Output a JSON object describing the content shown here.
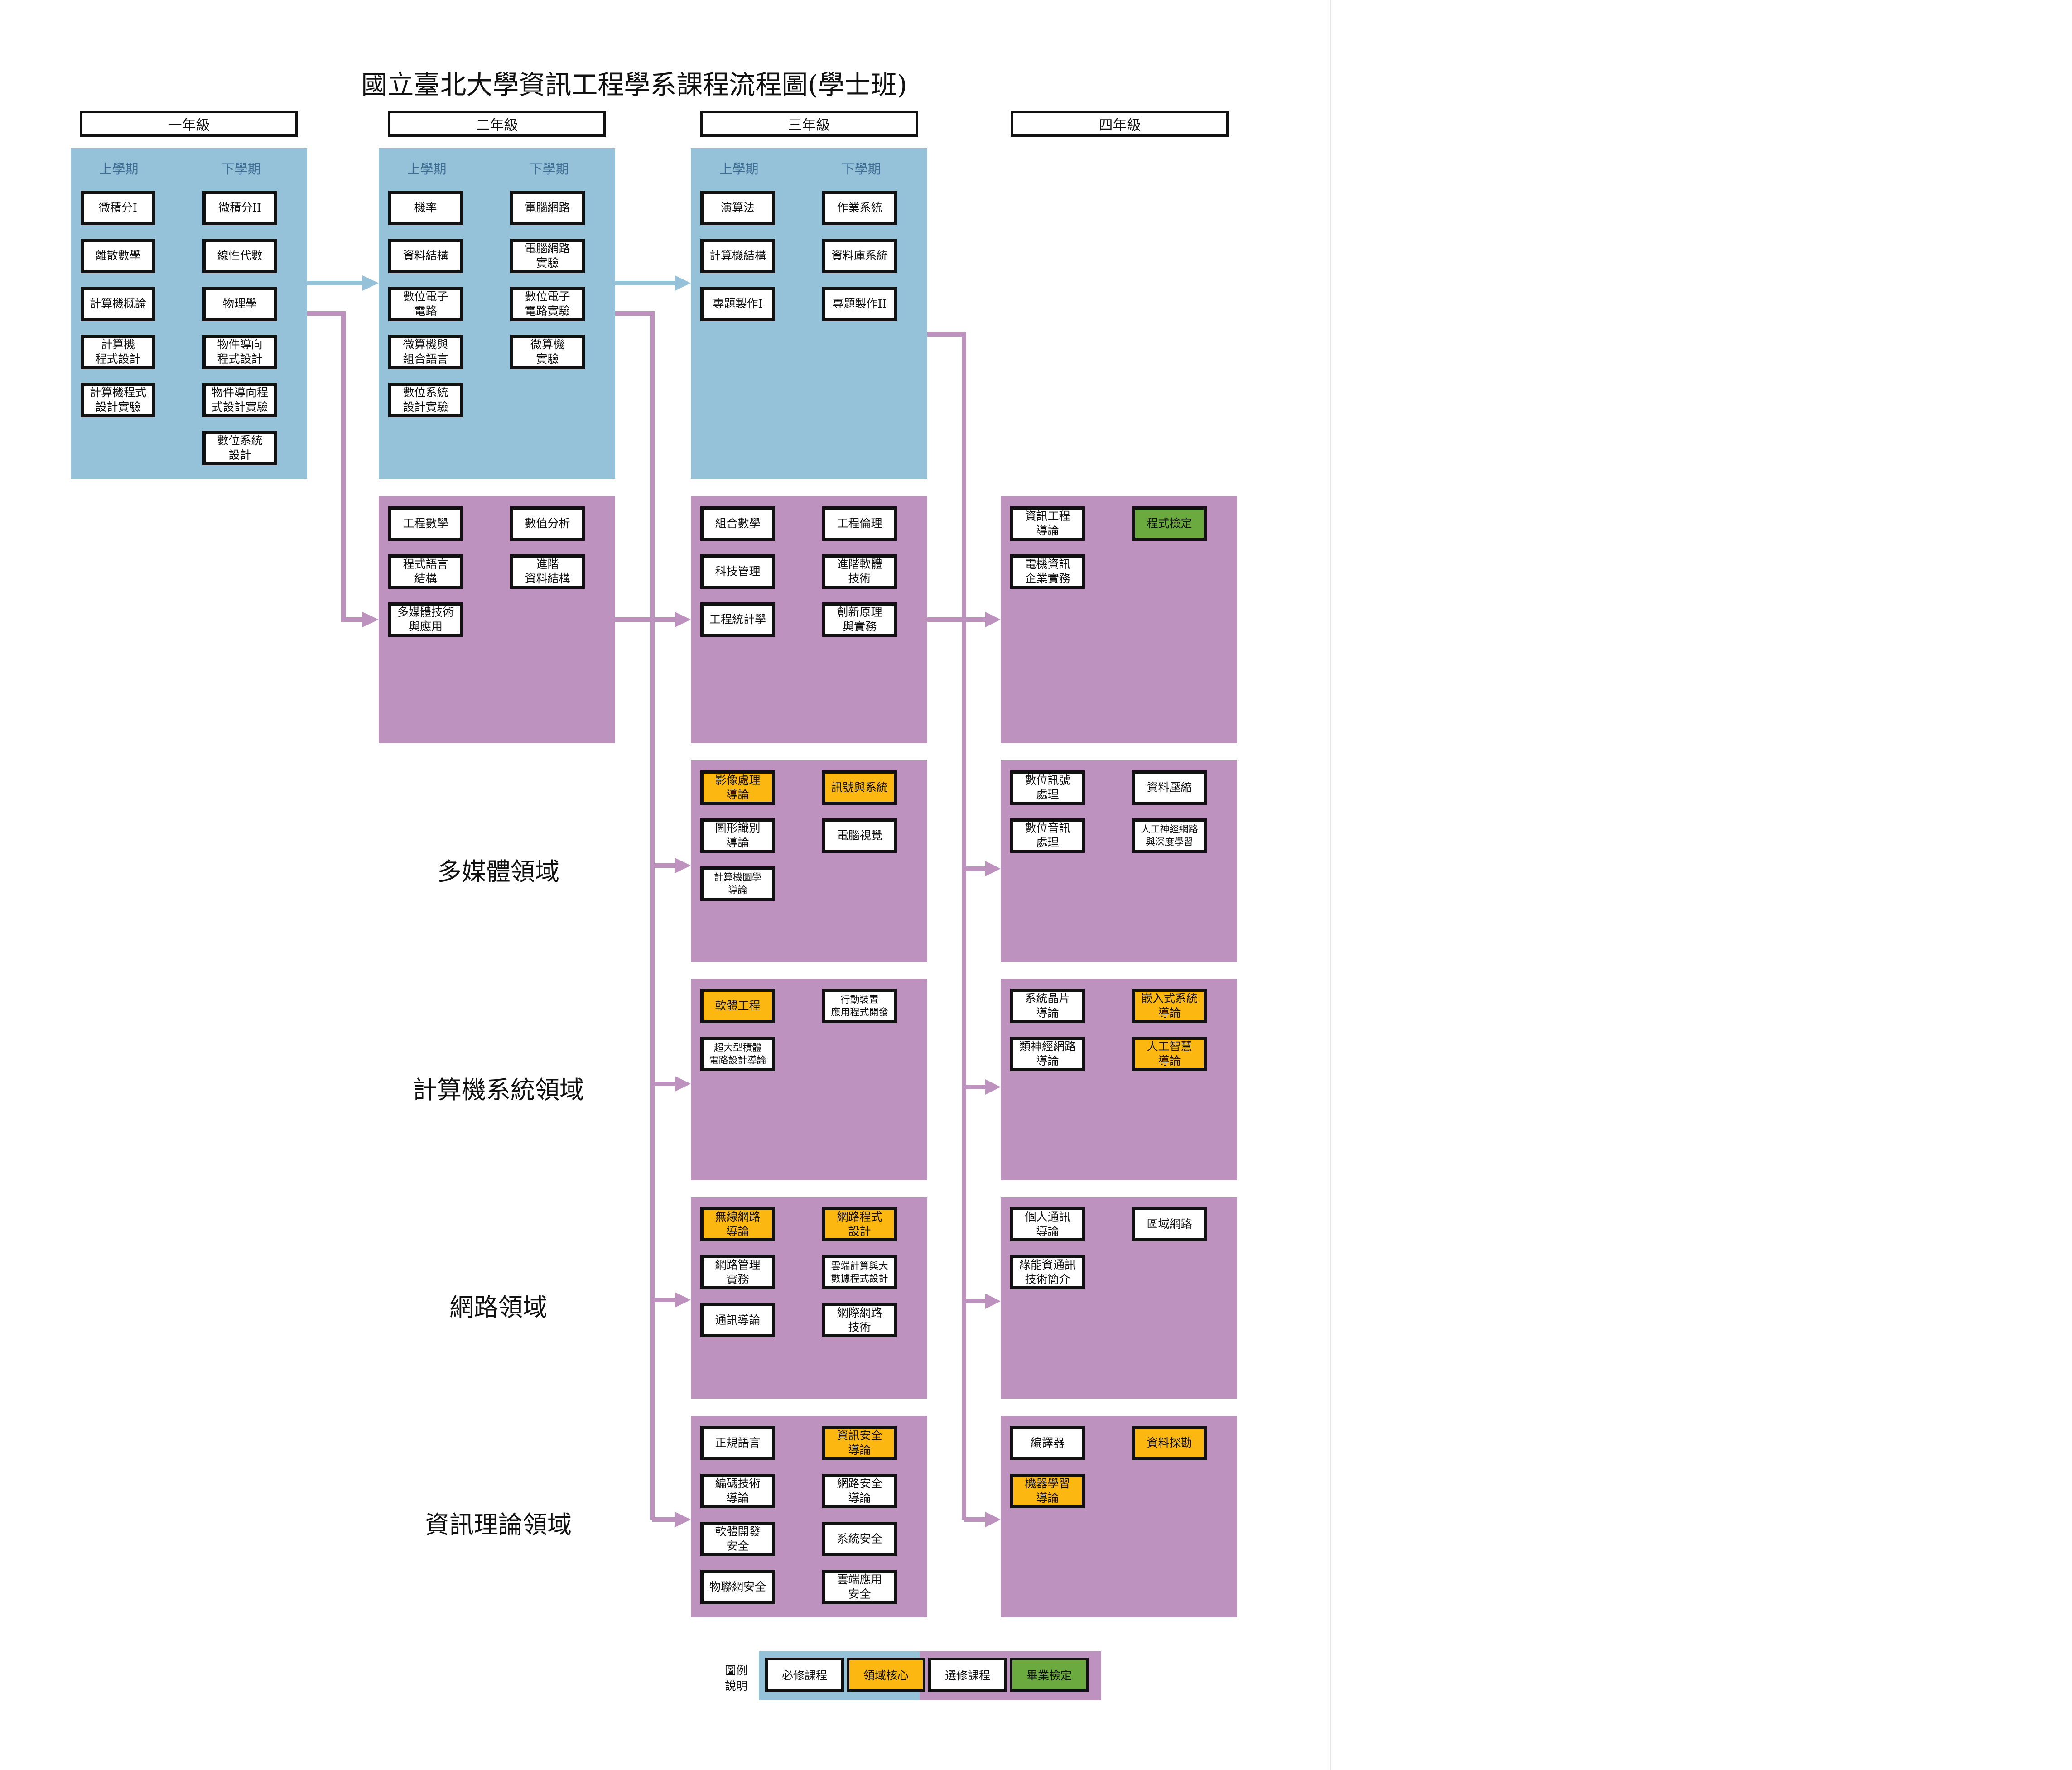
{
  "title": "國立臺北大學資訊工程學系課程流程圖(學士班)",
  "colors": {
    "required_panel": "#95c2d8",
    "elective_panel": "#be92bf",
    "core": "#fcb711",
    "exam": "#6aaa3e",
    "arrow": "#be92bf",
    "arrow_blue": "#95c2d8"
  },
  "grades": [
    "一年級",
    "二年級",
    "三年級",
    "四年級"
  ],
  "semesters": {
    "upper": "上學期",
    "lower": "下學期"
  },
  "required": {
    "g1_upper": [
      "微積分I",
      "離散數學",
      "計算機概論",
      "計算機\n程式設計",
      "計算機程式\n設計實驗"
    ],
    "g1_lower": [
      "微積分II",
      "線性代數",
      "物理學",
      "物件導向\n程式設計",
      "物件導向程\n式設計實驗",
      "數位系統\n設計"
    ],
    "g2_upper": [
      "機率",
      "資料結構",
      "數位電子\n電路",
      "微算機與\n組合語言",
      "數位系統\n設計實驗"
    ],
    "g2_lower": [
      "電腦網路",
      "電腦網路\n實驗",
      "數位電子\n電路實驗",
      "微算機\n實驗"
    ],
    "g3_upper": [
      "演算法",
      "計算機結構",
      "專題製作I"
    ],
    "g3_lower": [
      "作業系統",
      "資料庫系統",
      "專題製作II"
    ]
  },
  "general": {
    "g2": [
      "工程數學",
      "數值分析",
      "程式語言\n結構",
      "進階\n資料結構",
      "多媒體技術\n與應用"
    ],
    "g3": [
      "組合數學",
      "工程倫理",
      "科技管理",
      "進階軟體\n技術",
      "工程統計學",
      "創新原理\n與實務"
    ],
    "g4": [
      "資訊工程\n導論",
      "程式檢定",
      "電機資訊\n企業實務"
    ]
  },
  "domains": [
    {
      "name": "多媒體領域",
      "g3": [
        "影像處理\n導論",
        "訊號與系統",
        "圖形識別\n導論",
        "電腦視覺",
        "計算機圖學\n導論"
      ],
      "g4": [
        "數位訊號\n處理",
        "資料壓縮",
        "數位音訊\n處理",
        "人工神經網路\n與深度學習"
      ]
    },
    {
      "name": "計算機系統領域",
      "g3": [
        "軟體工程",
        "行動裝置\n應用程式開發",
        "超大型積體\n電路設計導論"
      ],
      "g4": [
        "系統晶片\n導論",
        "嵌入式系統\n導論",
        "類神經網路\n導論",
        "人工智慧\n導論"
      ]
    },
    {
      "name": "網路領域",
      "g3": [
        "無線網路\n導論",
        "網路程式\n設計",
        "網路管理\n實務",
        "雲端計算與大\n數據程式設計",
        "通訊導論",
        "網際網路\n技術"
      ],
      "g4": [
        "個人通訊\n導論",
        "區域網路",
        "綠能資通訊\n技術簡介"
      ]
    },
    {
      "name": "資訊理論領域",
      "g3": [
        "正規語言",
        "資訊安全\n導論",
        "編碼技術\n導論",
        "網路安全\n導論",
        "軟體開發\n安全",
        "系統安全",
        "物聯網安全",
        "雲端應用\n安全"
      ],
      "g4": [
        "編譯器",
        "資料探勘",
        "機器學習\n導論"
      ]
    }
  ],
  "legend": {
    "label": "圖例\n說明",
    "items": [
      "必修課程",
      "領域核心",
      "選修課程",
      "畢業檢定"
    ]
  }
}
